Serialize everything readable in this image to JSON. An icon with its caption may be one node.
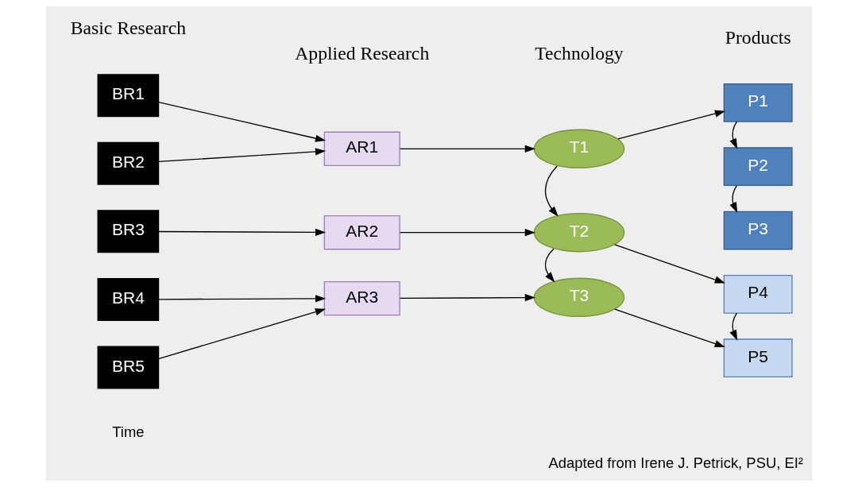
{
  "diagram": {
    "caption": "Adapted from Irene J. Petrick, PSU, EI²",
    "nodes": [
      {
        "text": [
          "BR1"
        ]
      },
      {
        "text": [
          "BR2"
        ]
      },
      {
        "text": [
          "BR3"
        ]
      },
      {
        "text": [
          "BR4"
        ]
      },
      {
        "text": [
          "BR5"
        ]
      },
      {
        "text": [
          "AR1"
        ]
      },
      {
        "text": [
          "AR2"
        ]
      },
      {
        "text": [
          "AR3"
        ]
      },
      {
        "text": [
          "T1"
        ]
      },
      {
        "text": [
          "T2"
        ]
      },
      {
        "text": [
          "T3"
        ]
      },
      {
        "text": [
          "P1"
        ]
      },
      {
        "text": [
          "P2"
        ]
      },
      {
        "text": [
          "P3"
        ]
      },
      {
        "text": [
          "P4"
        ]
      },
      {
        "text": [
          "P5"
        ]
      }
    ],
    "edges": [
      {
        "from": 0,
        "to": 5,
        "arrow": "to"
      },
      {
        "from": 1,
        "to": 5,
        "arrow": "to"
      },
      {
        "from": 5,
        "to": 8,
        "arrow": "to"
      },
      {
        "from": 8,
        "to": 11,
        "arrow": "to"
      },
      {
        "from": 11,
        "to": 12,
        "arrow": "to"
      },
      {
        "from": 12,
        "to": 13,
        "arrow": "to"
      },
      {
        "from": 8,
        "to": 9,
        "arrow": "to"
      },
      {
        "from": 2,
        "to": 6,
        "arrow": "to"
      },
      {
        "from": 6,
        "to": 9,
        "arrow": "to"
      },
      {
        "from": 9,
        "to": 14,
        "arrow": "to"
      },
      {
        "from": 9,
        "to": 10,
        "arrow": "to"
      },
      {
        "from": 3,
        "to": 7,
        "arrow": "to"
      },
      {
        "from": 4,
        "to": 7,
        "arrow": "to"
      },
      {
        "from": 7,
        "to": 10,
        "arrow": "to"
      },
      {
        "from": 10,
        "to": 15,
        "arrow": "to"
      },
      {
        "from": 14,
        "to": 15,
        "arrow": "to"
      }
    ],
    "labels": [
      "Basic Research",
      "Applied Research",
      "Technology",
      "Products",
      "Time"
    ]
  }
}
